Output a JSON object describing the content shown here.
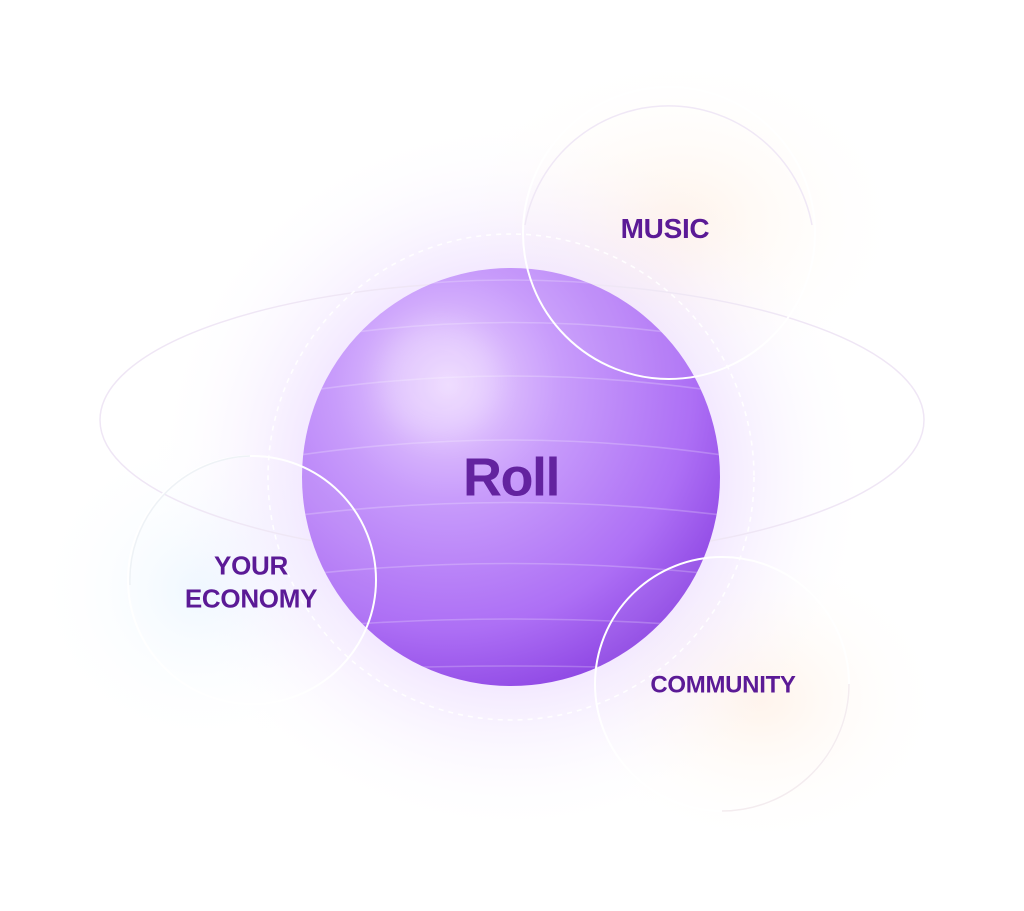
{
  "center": {
    "label": "Roll"
  },
  "nodes": {
    "music": {
      "label": "MUSIC"
    },
    "economy": {
      "line1": "YOUR",
      "line2": "ECONOMY"
    },
    "community": {
      "label": "COMMUNITY"
    }
  },
  "colors": {
    "sphere_light": "#e6ccff",
    "sphere_mid": "#b77cf7",
    "sphere_dark": "#8a3fe0",
    "label_text": "#5b1a96",
    "glow": "#c28cff",
    "orbit_stroke": "#ffffff"
  }
}
